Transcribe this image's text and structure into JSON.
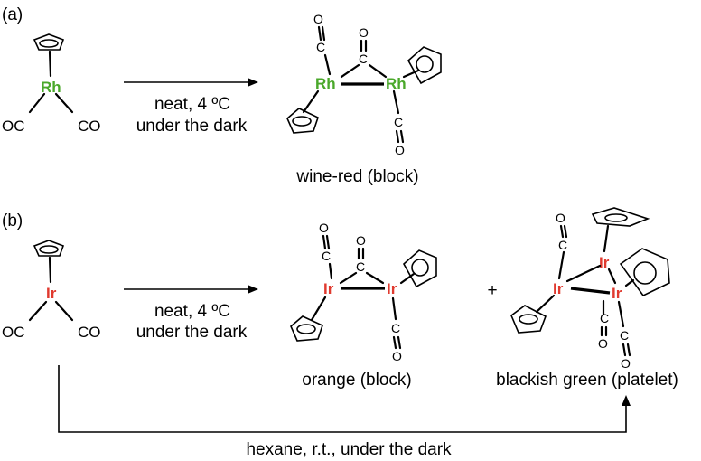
{
  "panel_a": {
    "tag": "(a)",
    "reactant": {
      "metal": "Rh",
      "ligand_left": "OC",
      "ligand_right": "CO"
    },
    "conditions_line1": "neat, 4 ºC",
    "conditions_line2": "under the dark",
    "product": {
      "metal_1": "Rh",
      "metal_2": "Rh",
      "caption": "wine-red (block)"
    }
  },
  "panel_b": {
    "tag": "(b)",
    "reactant": {
      "metal": "Ir",
      "ligand_left": "OC",
      "ligand_right": "CO"
    },
    "conditions_line1": "neat, 4 ºC",
    "conditions_line2": "under the dark",
    "product_1": {
      "metal_1": "Ir",
      "metal_2": "Ir",
      "caption": "orange (block)"
    },
    "plus_sign": "+",
    "product_2": {
      "metal_1": "Ir",
      "metal_2": "Ir",
      "metal_3": "Ir",
      "caption": "blackish green (platelet)"
    },
    "alternate_conditions": "hexane, r.t., under the dark"
  },
  "atoms": {
    "carbon": "C",
    "oxygen": "O"
  },
  "colors": {
    "rhodium": "#4aa82a",
    "iridium": "#e03a2f",
    "ink": "#000000"
  }
}
